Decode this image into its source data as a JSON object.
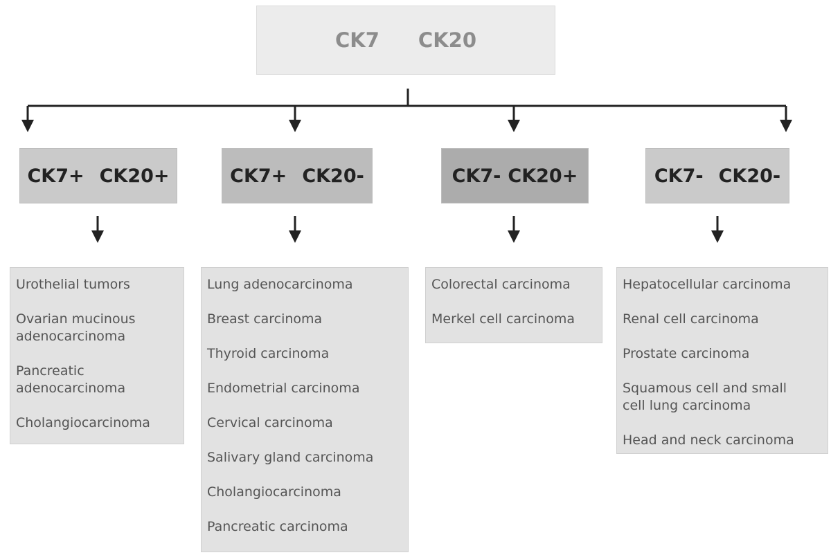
{
  "root": {
    "label_a": "CK7",
    "label_b": "CK20"
  },
  "categories": [
    {
      "label_a": "CK7+",
      "label_b": "CK20+",
      "items": [
        "Urothelial tumors",
        "Ovarian mucinous\nadenocarcinoma",
        "Pancreatic\nadenocarcinoma",
        "Cholangiocarcinoma"
      ]
    },
    {
      "label_a": "CK7+",
      "label_b": "CK20-",
      "items": [
        "Lung adenocarcinoma",
        "Breast carcinoma",
        "Thyroid carcinoma",
        "Endometrial carcinoma",
        "Cervical carcinoma",
        "Salivary gland carcinoma",
        "Cholangiocarcinoma",
        "Pancreatic carcinoma"
      ]
    },
    {
      "label_a": "CK7-",
      "label_b": "CK20+",
      "items": [
        "Colorectal carcinoma",
        "Merkel cell carcinoma"
      ]
    },
    {
      "label_a": "CK7-",
      "label_b": "CK20-",
      "items": [
        "Hepatocellular carcinoma",
        "Renal cell carcinoma",
        "Prostate carcinoma",
        "Squamous cell and small\ncell lung carcinoma",
        "Head and neck carcinoma"
      ]
    }
  ],
  "colors": {
    "line": "#222222",
    "root_fill": "#ececec",
    "list_fill": "#e2e2e2"
  }
}
